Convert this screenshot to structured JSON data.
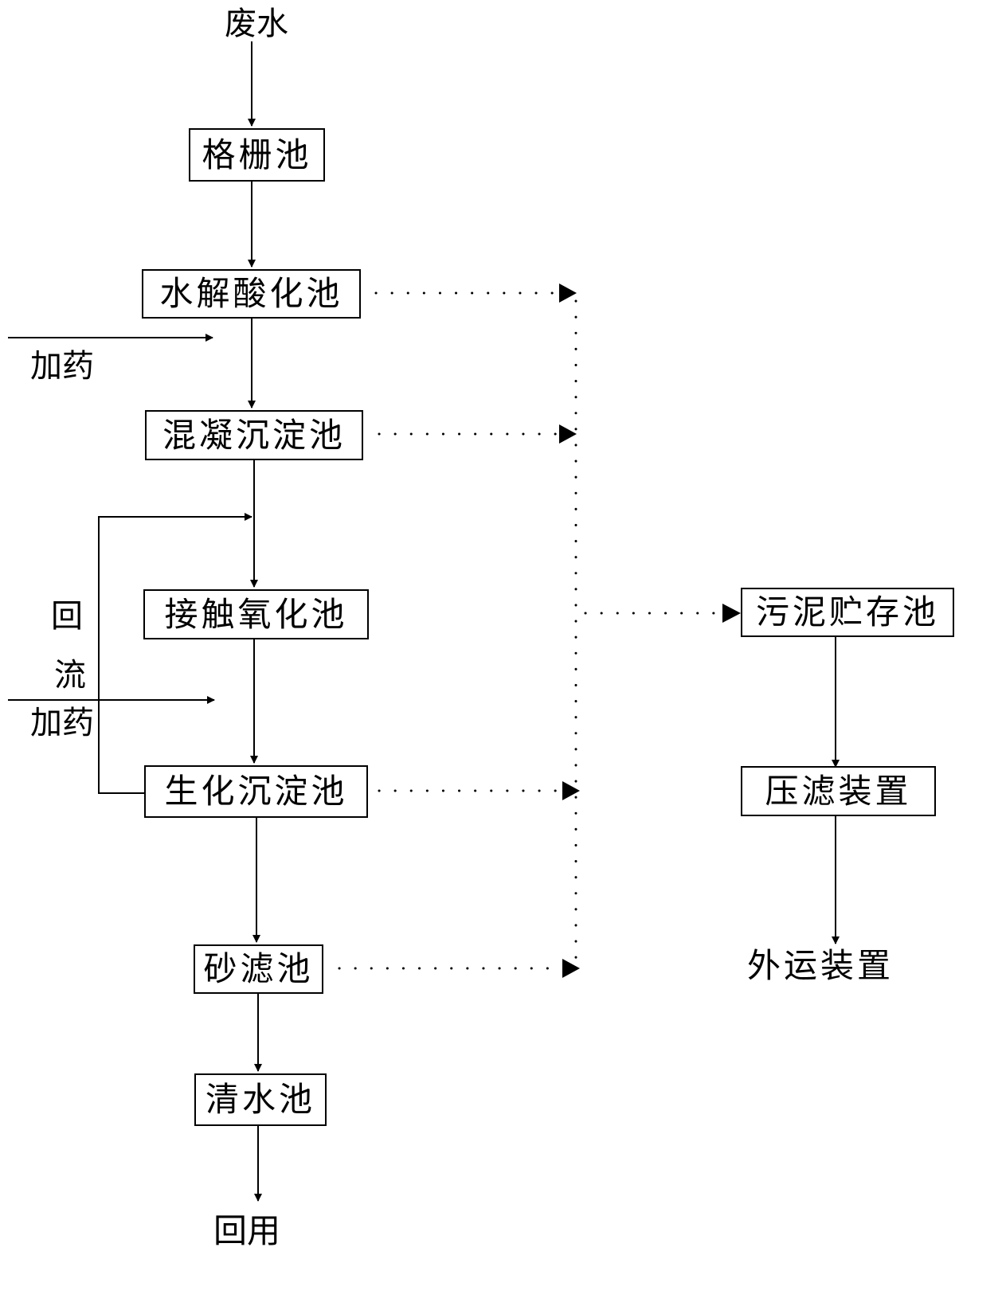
{
  "input": "废水",
  "main_flow": {
    "screen": "格栅池",
    "hydrolysis": "水解酸化池",
    "coagulation": "混凝沉淀池",
    "contact_oxidation": "接触氧化池",
    "bio_settling": "生化沉淀池",
    "sand_filter": "砂滤池",
    "clear_water": "清水池"
  },
  "output": "回用",
  "dosing_label_1": "加药",
  "dosing_label_2": "加药",
  "recycle_label": [
    "回",
    "流"
  ],
  "sludge_branch": {
    "storage": "污泥贮存池",
    "filter_press": "压滤装置",
    "disposal": "外运装置"
  }
}
